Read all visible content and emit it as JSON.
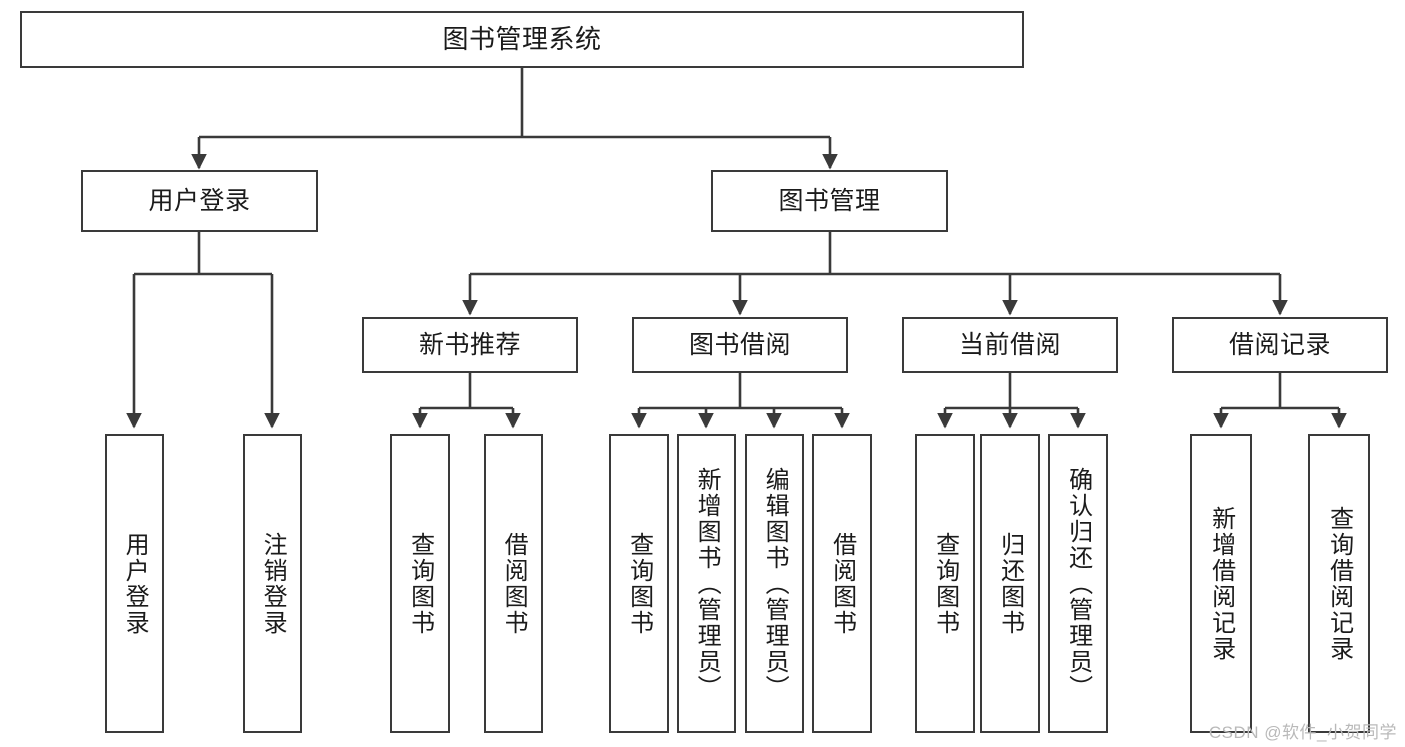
{
  "diagram": {
    "title": "图书管理系统",
    "watermark": "CSDN @软件_小贺同学",
    "colors": {
      "stroke": "#3a3a3a",
      "fill": "#ffffff",
      "text": "#1b1b1b",
      "watermark": "#b9b9b9"
    },
    "nodes": {
      "root": {
        "label": "图书管理系统"
      },
      "level2": [
        {
          "label": "用户登录"
        },
        {
          "label": "图书管理"
        }
      ],
      "level3": [
        {
          "label": "新书推荐"
        },
        {
          "label": "图书借阅"
        },
        {
          "label": "当前借阅"
        },
        {
          "label": "借阅记录"
        }
      ],
      "leaves": [
        {
          "label": "用户登录"
        },
        {
          "label": "注销登录"
        },
        {
          "label": "查询图书"
        },
        {
          "label": "借阅图书"
        },
        {
          "label": "查询图书"
        },
        {
          "label": "新增图书（管理员）"
        },
        {
          "label": "编辑图书（管理员）"
        },
        {
          "label": "借阅图书"
        },
        {
          "label": "查询图书"
        },
        {
          "label": "归还图书"
        },
        {
          "label": "确认归还（管理员）"
        },
        {
          "label": "新增借阅记录"
        },
        {
          "label": "查询借阅记录"
        }
      ]
    }
  }
}
